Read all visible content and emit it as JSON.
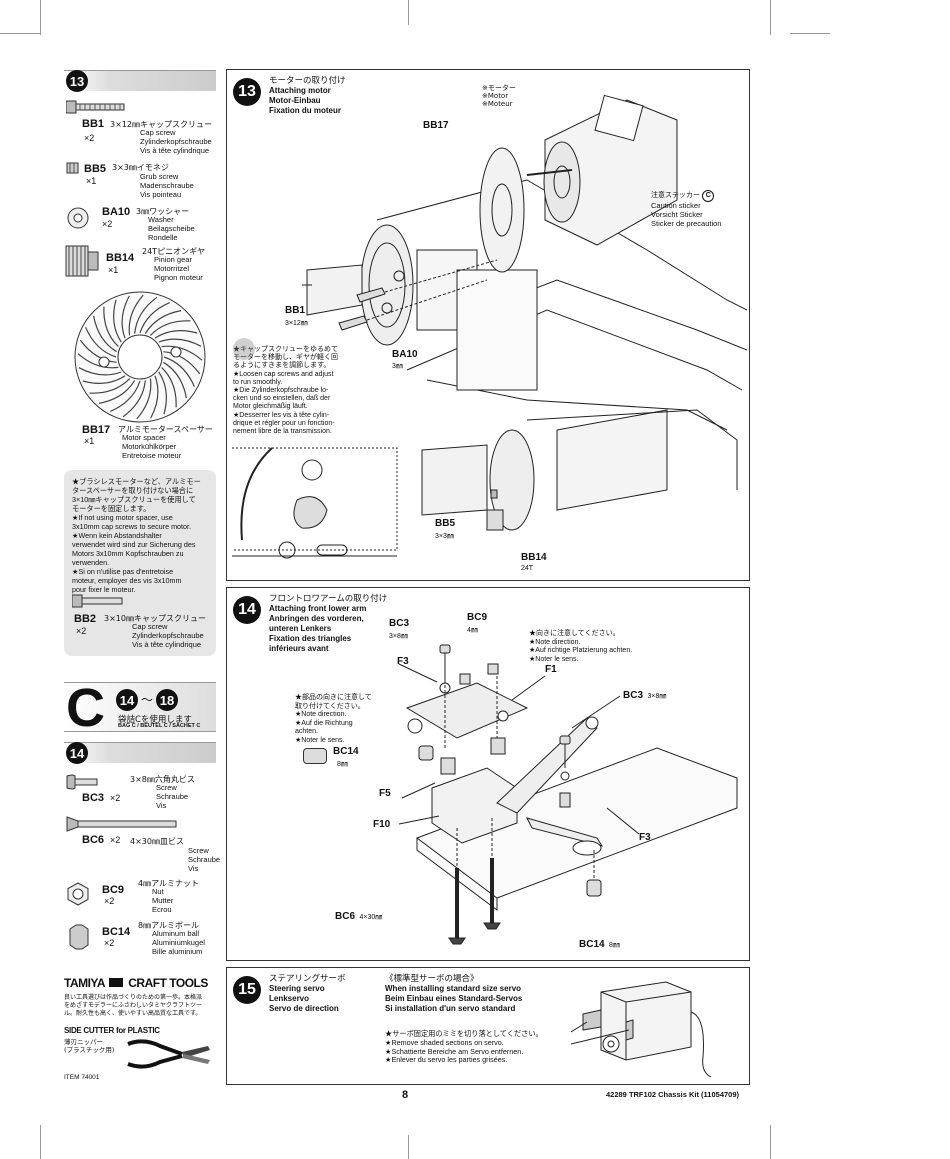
{
  "sidebar": {
    "step13_num": "13",
    "parts13": [
      {
        "code": "BB1",
        "qty": "×2",
        "jp": "3×12㎜キャップスクリュー",
        "desc": "Cap screw\nZylinderkopfschraube\nVis à tête cylindrique"
      },
      {
        "code": "BB5",
        "qty": "×1",
        "jp": "3×3㎜イモネジ",
        "desc": "Grub screw\nMadenschraube\nVis pointeau"
      },
      {
        "code": "BA10",
        "qty": "×2",
        "jp": "3㎜ワッシャー",
        "desc": "Washer\nBeilagscheibe\nRondelle"
      },
      {
        "code": "BB14",
        "qty": "×1",
        "jp": "24Tピニオンギヤ",
        "desc": "Pinion gear\nMotorritzel\nPignon moteur"
      },
      {
        "code": "BB17",
        "qty": "×1",
        "jp": "アルミモータースペーサー",
        "desc": "Motor spacer\nMotorkühlkörper\nEntretoise moteur"
      }
    ],
    "brushless_note": "★ブラシレスモーターなど、アルミモー\nタースペーサーを取り付けない場合に\n3×10㎜キャップスクリューを使用して\nモーターを固定します。\n★If not using motor spacer, use\n3x10mm cap screws to secure motor.\n★Wenn kein Abstandshalter\nverwendet wird sind zur Sicherung des\nMotors 3x10mm Kopfschrauben zu\nverwenden.\n★Si on n'utilise pas d'entretoise\nmoteur, employer des vis 3x10mm\npour fixer le moteur.",
    "bb2": {
      "code": "BB2",
      "qty": "×2",
      "jp": "3×10㎜キャップスクリュー",
      "desc": "Cap screw\nZylinderkopfschraube\nVis à tête cylindrique"
    },
    "bag": {
      "letter": "C",
      "range_start": "14",
      "range_sep": "〜",
      "range_end": "18",
      "jp": "袋詰Cを使用します",
      "en": "BAG C / BEUTEL C / SACHET C"
    },
    "step14_num": "14",
    "parts14": [
      {
        "code": "BC3",
        "qty": "×2",
        "jp": "3×8㎜六角丸ビス",
        "desc": "Screw\nSchraube\nVis"
      },
      {
        "code": "BC6",
        "qty": "×2",
        "jp": "4×30㎜皿ビス",
        "desc": "Screw\nSchraube\nVis"
      },
      {
        "code": "BC9",
        "qty": "×2",
        "jp": "4㎜アルミナット",
        "desc": "Nut\nMutter\nEcrou"
      },
      {
        "code": "BC14",
        "qty": "×2",
        "jp": "8㎜アルミボール",
        "desc": "Aluminum ball\nAluminiumkugel\nBille aluminium"
      }
    ],
    "tamiya": {
      "brand": "TAMIYA",
      "title": "CRAFT TOOLS",
      "jp": "良い工具選びは作品づくりのための第一歩。本格派\nをめざすモデラーにふさわしいタミヤクラフトツー\nル。耐久性も高く、使いやすい高品質な工具です。",
      "product": "SIDE CUTTER for PLASTIC",
      "product_jp": "薄刃ニッパー\n(プラスチック用)",
      "item": "ITEM 74001"
    }
  },
  "panel13": {
    "num": "13",
    "title_jp": "モーターの取り付け",
    "title_lines": "Attaching motor\nMotor-Einbau\nFixation du moteur",
    "motor_label": "※モーター\n※Motor\n※Moteur",
    "sticker_jp": "注意ステッカー",
    "sticker_c": "C",
    "sticker_lines": "Caution sticker\nVorsicht Sticker\nSticker de precaution",
    "bb17": "BB17",
    "bb1": "BB1",
    "bb1_size": "3×12㎜",
    "ba10": "BA10",
    "ba10_size": "3㎜",
    "bb5": "BB5",
    "bb5_size": "3×3㎜",
    "bb14": "BB14",
    "bb14_size": "24T",
    "note": "★キャップスクリューをゆるめて\nモーターを移動し、ギヤが軽く回\nるようにすきまを調節します。\n★Loosen cap screws and adjust\nto run smoothly.\n★Die Zylinderkopfschraube lo-\ncken und so einstellen, daß der\nMotor gleichmäßig läuft.\n★Desserrer les vis à tête cylin-\ndrique et régler pour un fonction-\nnement libre de la transmission."
  },
  "panel14": {
    "num": "14",
    "title_jp": "フロントロワアームの取り付け",
    "title_lines": "Attaching front lower arm\nAnbringen des vorderen,\nunteren Lenkers\nFixation des triangles\ninférieurs avant",
    "bc3": "BC3",
    "bc3_size": "3×8㎜",
    "bc9": "BC9",
    "bc9_size": "4㎜",
    "bc3b": "BC3",
    "bc3b_size": "3×8㎜",
    "f1": "F1",
    "f3a": "F3",
    "f3b": "F3",
    "f5": "F5",
    "f10": "F10",
    "bc14": "BC14",
    "bc14_size": "8㎜",
    "bc14b": "BC14",
    "bc14b_size": "8㎜",
    "bc6": "BC6",
    "bc6_size": "4×30㎜",
    "note_dir": "★向きに注意してください。\n★Note direction.\n★Auf richtige Platzierung achten.\n★Noter le sens.",
    "note_sense": "★部品の向きに注意して\n取り付けてください。\n★Note direction.\n★Auf die Richtung\nachten.\n★Noter le sens."
  },
  "panel15": {
    "num": "15",
    "title_jp": "ステアリングサーボ",
    "title_lines": "Steering servo\nLenkservo\nServo de direction",
    "std_jp": "《標準型サーボの場合》",
    "std_lines": "When installing standard size servo\nBeim Einbau eines Standard-Servos\nSi installation d'un servo standard",
    "note": "★サーボ固定用のミミを切り落としてください。\n★Remove shaded sections on servo.\n★Schattierte Bereiche am Servo entfernen.\n★Enlever du servo les parties grisées."
  },
  "footer": {
    "page": "8",
    "kit": "42289 TRF102 Chassis Kit (11054709)"
  }
}
